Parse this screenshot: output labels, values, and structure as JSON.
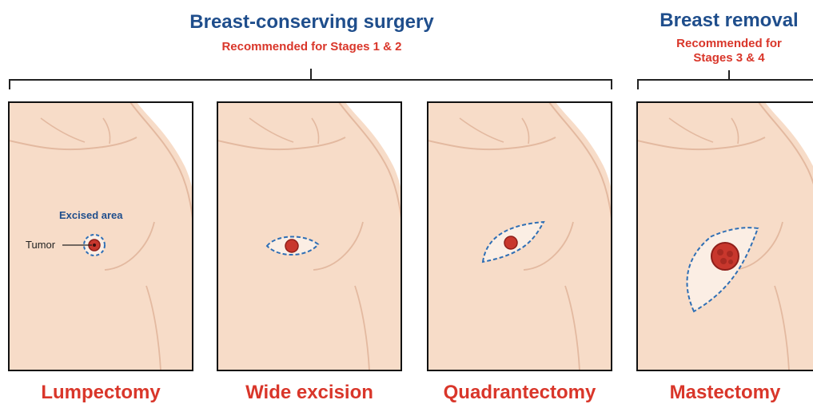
{
  "groups": {
    "conserving": {
      "title": "Breast-conserving surgery",
      "subtitle": "Recommended for Stages 1 & 2"
    },
    "removal": {
      "title": "Breast removal",
      "subtitle": "Recommended for Stages 3 & 4"
    }
  },
  "panels": [
    {
      "name": "Lumpectomy"
    },
    {
      "name": "Wide excision"
    },
    {
      "name": "Quadrantectomy"
    },
    {
      "name": "Mastectomy"
    }
  ],
  "annotations": {
    "excised_area": "Excised area",
    "tumor": "Tumor"
  },
  "colors": {
    "skin": "#f7dcc8",
    "skin_line": "#e3b9a0",
    "excised_fill": "#fbeee4",
    "dash": "#2f6fb5",
    "tumor": "#c8372d",
    "tumor_dark": "#8e1f1a",
    "title_blue": "#1f4e8c",
    "accent_red": "#d9362a"
  }
}
